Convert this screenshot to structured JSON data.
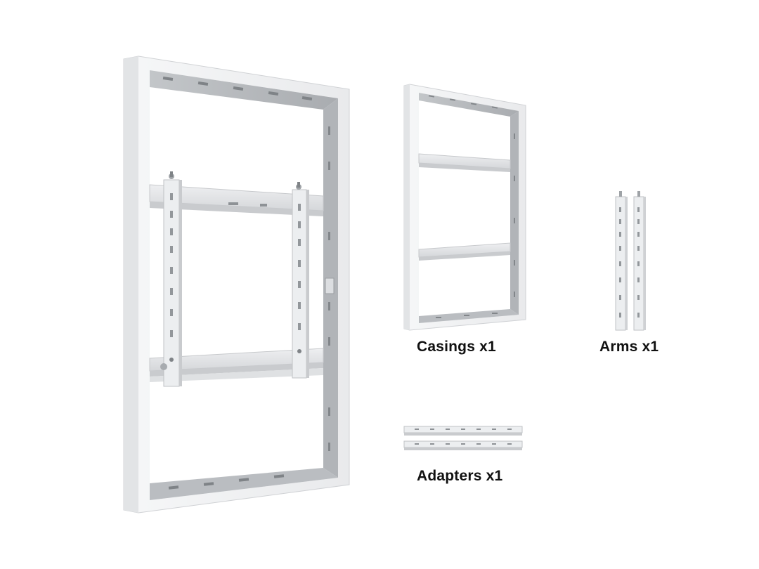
{
  "captions": {
    "casings": "Casings x1",
    "arms": "Arms x1",
    "adapters": "Adapters x1"
  },
  "colors": {
    "frame_face": "#f2f3f4",
    "frame_side": "#d4d6d9",
    "inner_metal": "#b8bbbf",
    "slot": "#8e9296",
    "caption_text": "#111111"
  }
}
